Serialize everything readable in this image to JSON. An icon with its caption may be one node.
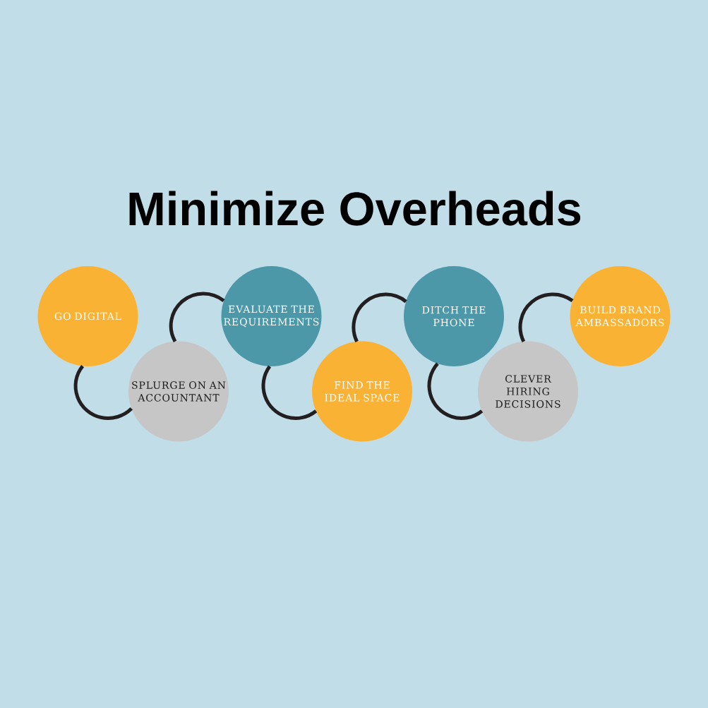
{
  "diagram": {
    "title": "Minimize Overheads",
    "nodes": [
      {
        "text": [
          "GO DIGITAL"
        ]
      },
      {
        "text": [
          "SPLURGE ON AN ACCOUNTANT"
        ]
      },
      {
        "text": [
          "EVALUATE THE REQUIREMENTS"
        ]
      },
      {
        "text": [
          "FIND THE IDEAL SPACE"
        ]
      },
      {
        "text": [
          "DITCH THE PHONE"
        ]
      },
      {
        "text": [
          "CLEVER HIRING DECISIONS"
        ]
      },
      {
        "text": [
          "BUILD BRAND AMBASSADORS"
        ]
      }
    ],
    "edges": [
      {
        "from": 0,
        "to": 1,
        "arrow": "none"
      },
      {
        "from": 1,
        "to": 2,
        "arrow": "none"
      },
      {
        "from": 2,
        "to": 3,
        "arrow": "none"
      },
      {
        "from": 3,
        "to": 4,
        "arrow": "none"
      },
      {
        "from": 4,
        "to": 5,
        "arrow": "none"
      },
      {
        "from": 5,
        "to": 6,
        "arrow": "none"
      }
    ]
  }
}
